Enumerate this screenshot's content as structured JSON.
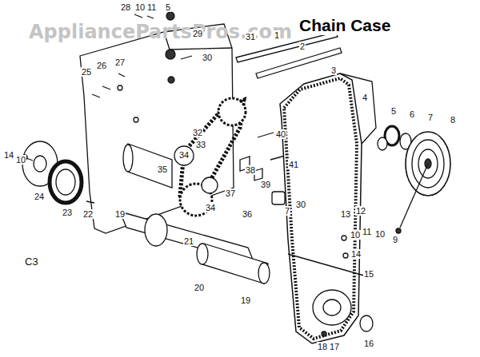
{
  "diagram": {
    "title": "Chain Case",
    "labels": [
      "AppliancePartsPros.com",
      "28",
      "10",
      "11",
      "5",
      "29",
      "30",
      "31",
      "1",
      "2",
      "3",
      "4",
      "5",
      "6",
      "7",
      "8",
      "26",
      "25",
      "27",
      "14",
      "10",
      "24",
      "23",
      "22",
      "19",
      "35",
      "34",
      "33",
      "32",
      "38",
      "39",
      "40",
      "41",
      "37",
      "34",
      "36",
      "7",
      "30",
      "21",
      "20",
      "19",
      "13",
      "12",
      "11",
      "10",
      "9",
      "10",
      "14",
      "15",
      "16",
      "18",
      "17",
      "C3"
    ]
  }
}
